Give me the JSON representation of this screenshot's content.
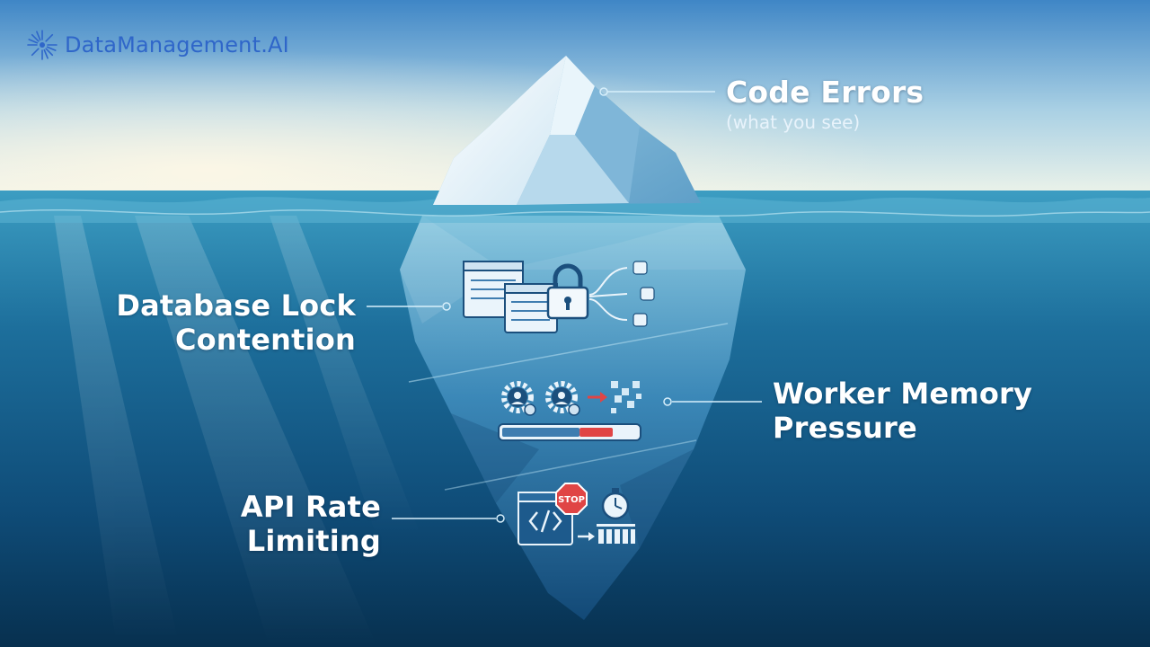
{
  "brand": {
    "name": "DataManagement.AI",
    "color": "#2f66c9"
  },
  "labels": {
    "code_errors": {
      "title": "Code Errors",
      "subtitle": "(what you see)"
    },
    "database_lock": {
      "lines": [
        "Database Lock",
        "Contention"
      ]
    },
    "worker_memory": {
      "lines": [
        "Worker Memory",
        "Pressure"
      ]
    },
    "api_rate": {
      "lines": [
        "API Rate",
        "Limiting"
      ]
    }
  },
  "icons": {
    "database_lock": [
      "window-icon",
      "lock-icon",
      "database-icon"
    ],
    "worker_memory": [
      "gear-icon",
      "memory-bar-icon"
    ],
    "api_rate": [
      "code-window-icon",
      "stop-sign-icon",
      "stopwatch-icon",
      "queue-icon"
    ]
  },
  "stop_sign": {
    "text": "STOP"
  },
  "memory_usage": 0.82,
  "colors": {
    "sky_top": "#4d95d0",
    "sky_horizon": "#e8f1e9",
    "water_top": "#46a3c6",
    "water_deep": "#07304f",
    "accent_red": "#e04545"
  }
}
